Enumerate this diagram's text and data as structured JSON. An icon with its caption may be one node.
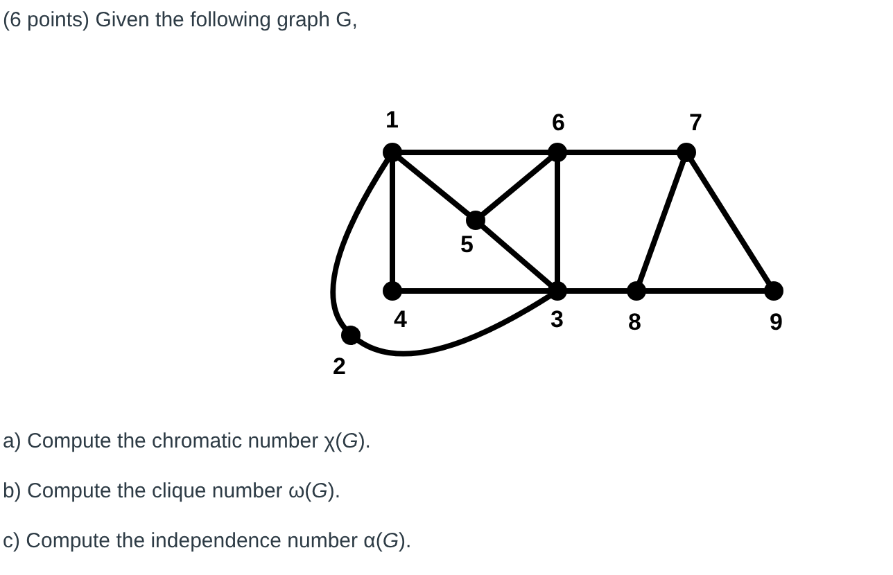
{
  "diagram": {
    "title": "(6 points) Given the following graph G,",
    "nodes": [
      {
        "text": [],
        "shape": "circle",
        "beside": [
          "1"
        ]
      },
      {
        "text": [],
        "shape": "circle",
        "beside": [
          "2"
        ]
      },
      {
        "text": [],
        "shape": "circle",
        "beside": [
          "3"
        ]
      },
      {
        "text": [],
        "shape": "circle",
        "beside": [
          "4"
        ]
      },
      {
        "text": [],
        "shape": "circle",
        "beside": [
          "5"
        ]
      },
      {
        "text": [],
        "shape": "circle",
        "beside": [
          "6"
        ]
      },
      {
        "text": [],
        "shape": "circle",
        "beside": [
          "7"
        ]
      },
      {
        "text": [],
        "shape": "circle",
        "beside": [
          "8"
        ]
      },
      {
        "text": [],
        "shape": "circle",
        "beside": [
          "9"
        ]
      }
    ],
    "edges": [
      {
        "from": 0,
        "to": 5,
        "arrow": "none"
      },
      {
        "from": 5,
        "to": 6,
        "arrow": "none"
      },
      {
        "from": 0,
        "to": 4,
        "arrow": "none"
      },
      {
        "from": 4,
        "to": 5,
        "arrow": "none"
      },
      {
        "from": 4,
        "to": 2,
        "arrow": "none"
      },
      {
        "from": 5,
        "to": 2,
        "arrow": "none"
      },
      {
        "from": 0,
        "to": 3,
        "arrow": "none"
      },
      {
        "from": 3,
        "to": 2,
        "arrow": "none"
      },
      {
        "from": 2,
        "to": 7,
        "arrow": "none"
      },
      {
        "from": 7,
        "to": 8,
        "arrow": "none"
      },
      {
        "from": 6,
        "to": 7,
        "arrow": "none"
      },
      {
        "from": 6,
        "to": 8,
        "arrow": "none"
      },
      {
        "from": 0,
        "to": 1,
        "arrow": "none"
      },
      {
        "from": 1,
        "to": 2,
        "arrow": "none"
      }
    ],
    "labels": [
      "a) Compute the chromatic number χ(*G*).",
      "b) Compute the clique number ω(*G*).",
      "c) Compute the independence number α(*G*)."
    ]
  }
}
